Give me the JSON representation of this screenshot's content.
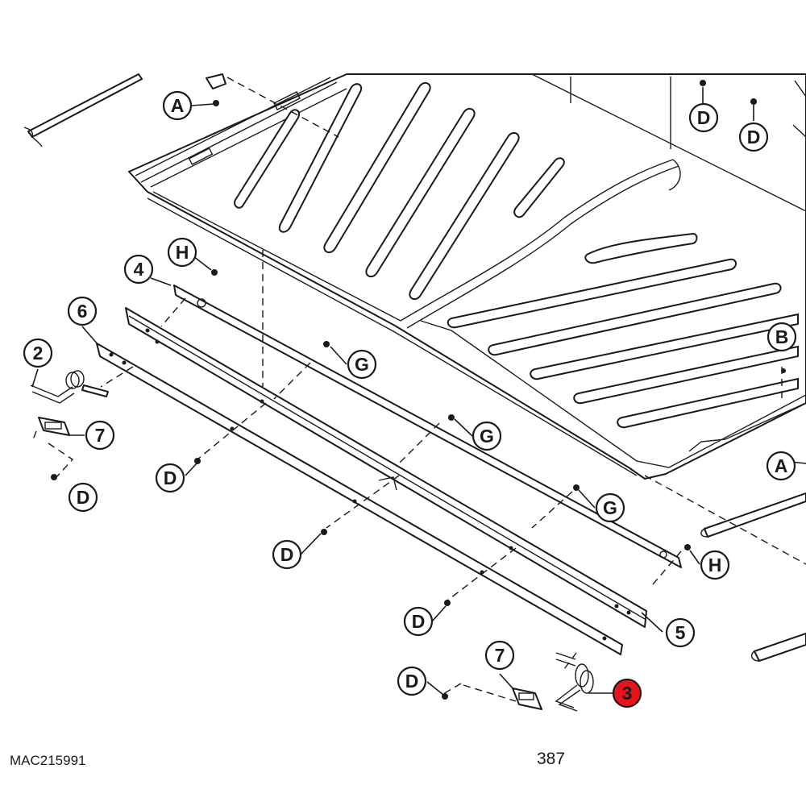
{
  "diagram": {
    "callouts": [
      {
        "label": "A"
      },
      {
        "label": "D"
      },
      {
        "label": "D"
      },
      {
        "label": "B"
      },
      {
        "label": "A"
      },
      {
        "label": "H"
      },
      {
        "label": "4"
      },
      {
        "label": "6"
      },
      {
        "label": "2"
      },
      {
        "label": "G"
      },
      {
        "label": "7"
      },
      {
        "label": "D"
      },
      {
        "label": "G"
      },
      {
        "label": "D"
      },
      {
        "label": "G"
      },
      {
        "label": "D"
      },
      {
        "label": "H"
      },
      {
        "label": "D"
      },
      {
        "label": "5"
      },
      {
        "label": "7"
      },
      {
        "label": "D"
      },
      {
        "label": "3"
      }
    ],
    "highlight_color": "#e8141b"
  },
  "footer": {
    "part_code": "MAC215991",
    "page_number": "387"
  }
}
